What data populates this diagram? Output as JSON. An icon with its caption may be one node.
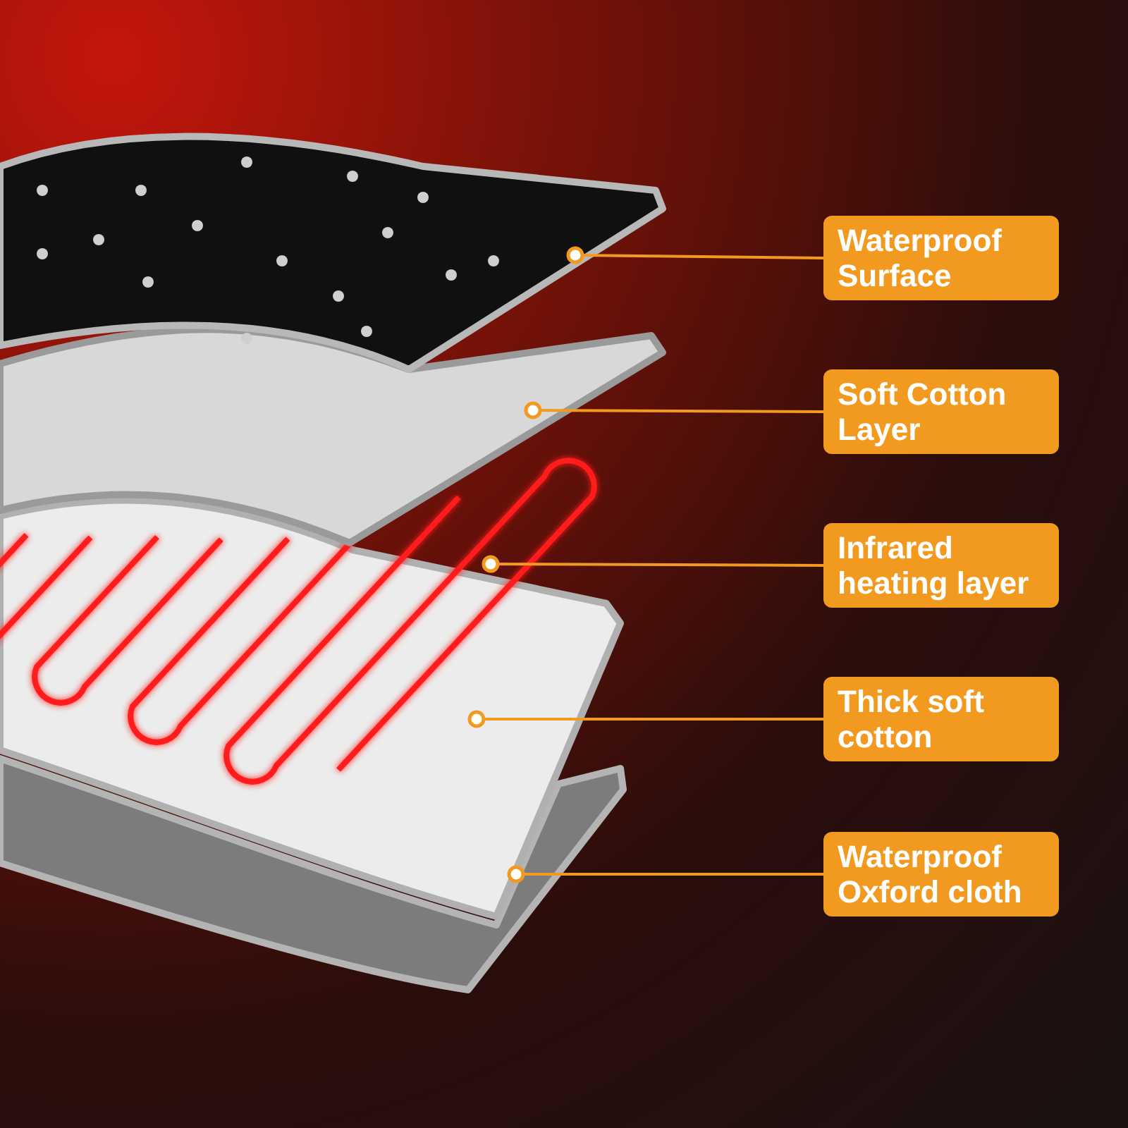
{
  "diagram": {
    "nodes": [
      {
        "text": [],
        "shape": "picture"
      },
      {
        "text": [],
        "shape": "picture"
      },
      {
        "text": [],
        "shape": "picture"
      },
      {
        "text": [],
        "shape": "picture"
      },
      {
        "text": [],
        "shape": "picture"
      },
      {
        "text": [
          "Waterproof Surface"
        ]
      },
      {
        "text": [
          "Soft Cotton Layer"
        ]
      },
      {
        "text": [
          "Infrared heating layer"
        ]
      },
      {
        "text": [
          "Thick soft cotton"
        ]
      },
      {
        "text": [
          "Waterproof Oxford cloth"
        ]
      }
    ],
    "edges": [
      {
        "from": 5,
        "to": 0,
        "arrow": "other"
      },
      {
        "from": 6,
        "to": 1,
        "arrow": "other"
      },
      {
        "from": 7,
        "to": 2,
        "arrow": "other"
      },
      {
        "from": 8,
        "to": 3,
        "arrow": "other"
      },
      {
        "from": 9,
        "to": 4,
        "arrow": "other"
      }
    ]
  }
}
